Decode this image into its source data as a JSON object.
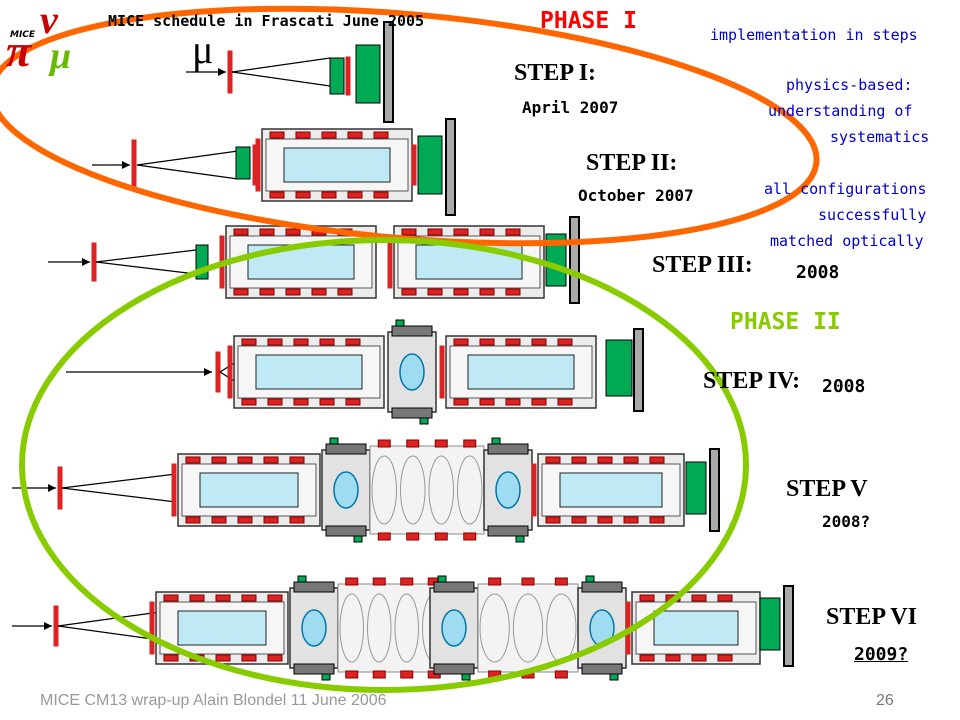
{
  "header": {
    "title": "MICE schedule in Frascati June 2005",
    "logo_text": "MICE"
  },
  "phases": {
    "phase1": "PHASE I",
    "phase2": "PHASE II"
  },
  "notes": {
    "line1": "implementation in steps",
    "line2": "physics-based:",
    "line3": "understanding of",
    "line4": "systematics",
    "line5": "all configurations",
    "line6": "successfully",
    "line7": "matched optically"
  },
  "mu_symbol": "μ",
  "steps": [
    {
      "label": "STEP I:",
      "date": "April 2007"
    },
    {
      "label": "STEP II:",
      "date": "October 2007"
    },
    {
      "label": "STEP III:",
      "date": "2008"
    },
    {
      "label": "STEP IV:",
      "date": "2008"
    },
    {
      "label": "STEP V",
      "date": "2008?"
    },
    {
      "label": "STEP VI",
      "date": "2009?"
    }
  ],
  "footer": {
    "left": "MICE CM13 wrap-up Alain Blondel 11 June 2006",
    "page": "26"
  },
  "colors": {
    "phase1_ellipse": "#ff6600",
    "phase2_ellipse": "#88cc00",
    "detector_green": "#00aa55",
    "magnet_red": "#dd2222",
    "cavity_blue": "#bfe9f5"
  }
}
